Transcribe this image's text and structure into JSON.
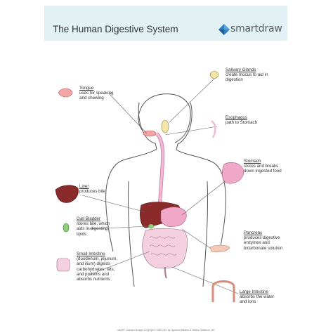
{
  "header": {
    "title": "The Human Digestive System",
    "brand": "smartdraw",
    "background": "#e1f1f4"
  },
  "labels": {
    "tongue": {
      "title": "Tongue",
      "desc": "uses for speaking and chewing"
    },
    "salivary": {
      "title": "Salivary Glands",
      "desc": "create mucus to aid in digestion"
    },
    "esophagus": {
      "title": "Esophagus",
      "desc": "path to Stomach"
    },
    "stomach": {
      "title": "Stomach",
      "desc": "stores and breaks down ingested food"
    },
    "liver": {
      "title": "Liver",
      "desc": "produces bile"
    },
    "gallbladder": {
      "title": "Gall Bladder",
      "desc": "stores bile, which aids in digesting lipids"
    },
    "pancreas": {
      "title": "Pancreas",
      "desc": "produces digestive enzymes and bicarbonate solution"
    },
    "small_intestine": {
      "title": "Small Intestine",
      "desc": "(duodenum, jejunum, and ilium) digests carbohydrates, fats, and proteins and absorbs nutrients"
    },
    "large_intestine": {
      "title": "Large Intestine",
      "desc": "absorbs the water and ions"
    }
  },
  "footer": "LifeART Collection Images Copyright © 1989-2001 by Lippincott Williams & Wilkins, Baltimore, MD",
  "colors": {
    "liver": "#8a2a2a",
    "stomach": "#f0a8c8",
    "intestine": "#f4cfe0",
    "esophagus": "#f2b8d6",
    "outline": "#555555",
    "pointer": "#666666"
  },
  "icons": [
    "smartdraw-logo-icon",
    "tongue-icon",
    "salivary-gland-icon",
    "esophagus-icon",
    "stomach-icon",
    "liver-icon",
    "gallbladder-icon",
    "pancreas-icon",
    "small-intestine-icon",
    "large-intestine-icon"
  ]
}
